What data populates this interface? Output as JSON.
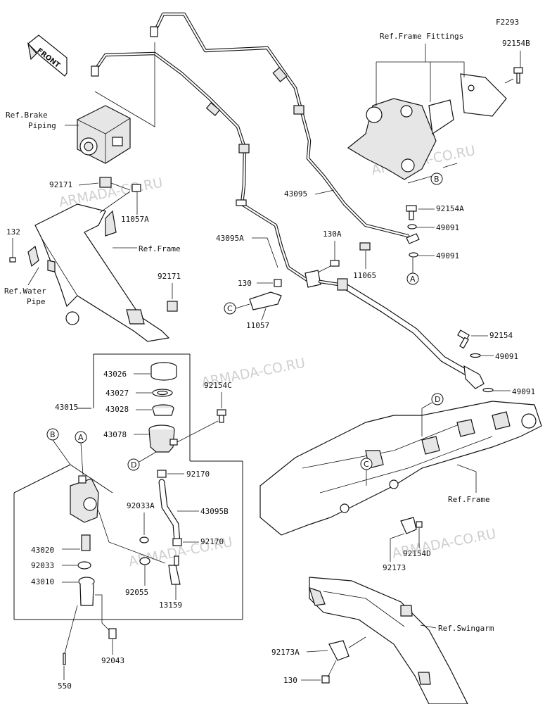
{
  "figure_code": "F2293",
  "front_label": "FRONT",
  "watermark": "ARMADA-CO.RU",
  "refs": {
    "brake_piping_1": "Ref.Brake",
    "brake_piping_2": "Piping",
    "frame_fittings": "Ref.Frame Fittings",
    "frame_upper": "Ref.Frame",
    "water_pipe_1": "Ref.Water",
    "water_pipe_2": "Pipe",
    "frame_lower": "Ref.Frame",
    "swingarm": "Ref.Swingarm"
  },
  "callouts": {
    "a": "A",
    "b": "B",
    "c": "C",
    "d": "D"
  },
  "parts": {
    "p92154B": "92154B",
    "p92154A": "92154A",
    "p49091_1": "49091",
    "p49091_2": "49091",
    "p43095": "43095",
    "p92171_1": "92171",
    "p11057A": "11057A",
    "p132": "132",
    "p92171_2": "92171",
    "p43095A": "43095A",
    "p130A": "130A",
    "p11065": "11065",
    "p130_1": "130",
    "p11057": "11057",
    "p92154": "92154",
    "p49091_3": "49091",
    "p49091_4": "49091",
    "p43026": "43026",
    "p43027": "43027",
    "p43028": "43028",
    "p43015": "43015",
    "p92154C": "92154C",
    "p43078": "43078",
    "p92170_1": "92170",
    "p92033A": "92033A",
    "p43095B": "43095B",
    "p92170_2": "92170",
    "p43020": "43020",
    "p92033": "92033",
    "p43010": "43010",
    "p92055": "92055",
    "p13159": "13159",
    "p92043": "92043",
    "p550": "550",
    "p92173": "92173",
    "p92154D": "92154D",
    "p92173A": "92173A",
    "p130_2": "130"
  }
}
